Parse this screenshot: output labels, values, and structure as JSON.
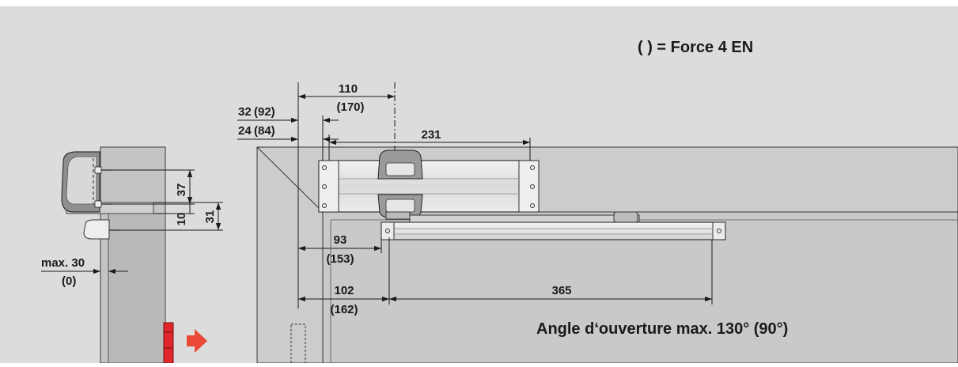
{
  "legend": {
    "text": "( ) = Force 4 EN"
  },
  "caption": {
    "text": "Angle d‘ouverture max. 130° (90°)"
  },
  "dimensions": {
    "d110": "110",
    "d170": "(170)",
    "d32": "32",
    "d92": "(92)",
    "d24": "24",
    "d84": "(84)",
    "d231": "231",
    "d37": "37",
    "d10": "10",
    "d31": "31",
    "dmax30": "max. 30",
    "d0": "(0)",
    "d93": "93",
    "d153": "(153)",
    "d102": "102",
    "d162": "(162)",
    "d365": "365"
  },
  "colors": {
    "background": "#dcdcdc",
    "frame": "#cccccc",
    "wall": "#a3a3a3",
    "door": "#c9c9c9",
    "hinge": "#e0262b",
    "arrow": "#ea4a35"
  },
  "icons": {
    "direction": "arrow-right-icon"
  }
}
